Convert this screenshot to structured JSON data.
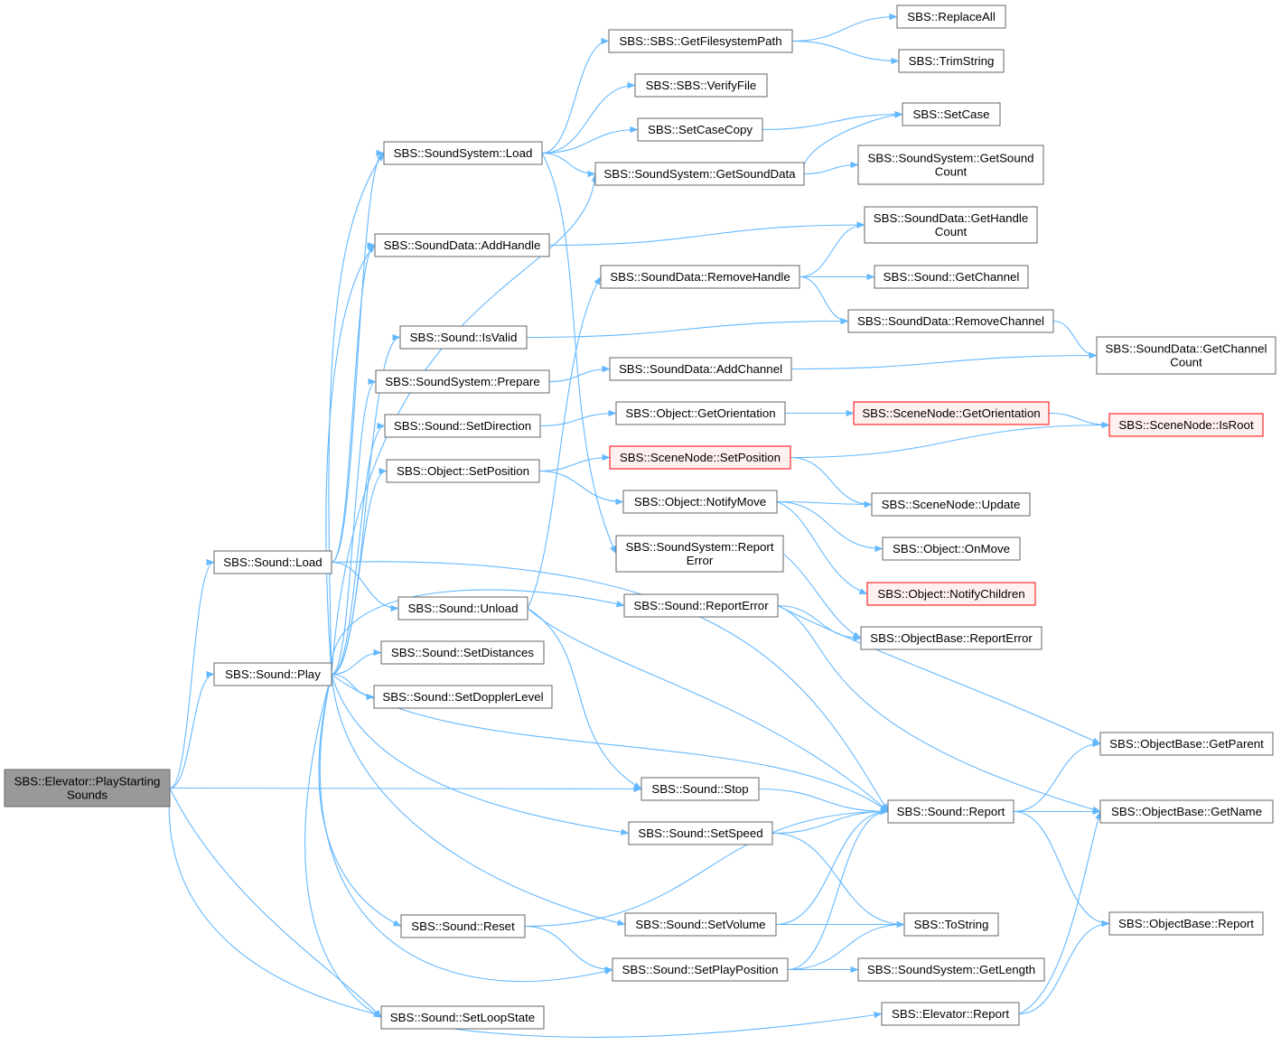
{
  "colors": {
    "edge": "#63b8ff",
    "node_border": "#666666",
    "root_fill": "#999999",
    "highlight_border": "#ff0000",
    "highlight_fill": "#fff0f0"
  },
  "nodes": [
    {
      "id": "elev_pss",
      "lines": [
        "SBS::Elevator::PlayStarting",
        "Sounds"
      ],
      "style": "root"
    },
    {
      "id": "snd_load",
      "lines": [
        "SBS::Sound::Load"
      ]
    },
    {
      "id": "snd_play",
      "lines": [
        "SBS::Sound::Play"
      ]
    },
    {
      "id": "ss_load",
      "lines": [
        "SBS::SoundSystem::Load"
      ]
    },
    {
      "id": "sd_addh",
      "lines": [
        "SBS::SoundData::AddHandle"
      ]
    },
    {
      "id": "snd_isvalid",
      "lines": [
        "SBS::Sound::IsValid"
      ]
    },
    {
      "id": "ss_prepare",
      "lines": [
        "SBS::SoundSystem::Prepare"
      ]
    },
    {
      "id": "snd_setdir",
      "lines": [
        "SBS::Sound::SetDirection"
      ]
    },
    {
      "id": "obj_setpos",
      "lines": [
        "SBS::Object::SetPosition"
      ]
    },
    {
      "id": "snd_unload",
      "lines": [
        "SBS::Sound::Unload"
      ]
    },
    {
      "id": "snd_setdist",
      "lines": [
        "SBS::Sound::SetDistances"
      ]
    },
    {
      "id": "snd_setdop",
      "lines": [
        "SBS::Sound::SetDopplerLevel"
      ]
    },
    {
      "id": "snd_reset",
      "lines": [
        "SBS::Sound::Reset"
      ]
    },
    {
      "id": "snd_setloop",
      "lines": [
        "SBS::Sound::SetLoopState"
      ]
    },
    {
      "id": "sbs_getfs",
      "lines": [
        "SBS::SBS::GetFilesystemPath"
      ]
    },
    {
      "id": "sbs_verify",
      "lines": [
        "SBS::SBS::VerifyFile"
      ]
    },
    {
      "id": "setcasecopy",
      "lines": [
        "SBS::SetCaseCopy"
      ]
    },
    {
      "id": "ss_getsd",
      "lines": [
        "SBS::SoundSystem::GetSoundData"
      ]
    },
    {
      "id": "sd_removeh",
      "lines": [
        "SBS::SoundData::RemoveHandle"
      ]
    },
    {
      "id": "sd_addch",
      "lines": [
        "SBS::SoundData::AddChannel"
      ]
    },
    {
      "id": "obj_getor",
      "lines": [
        "SBS::Object::GetOrientation"
      ]
    },
    {
      "id": "sn_setpos",
      "lines": [
        "SBS::SceneNode::SetPosition"
      ],
      "style": "red"
    },
    {
      "id": "obj_notify",
      "lines": [
        "SBS::Object::NotifyMove"
      ]
    },
    {
      "id": "ss_report",
      "lines": [
        "SBS::SoundSystem::Report",
        "Error"
      ]
    },
    {
      "id": "snd_reperr",
      "lines": [
        "SBS::Sound::ReportError"
      ]
    },
    {
      "id": "snd_stop",
      "lines": [
        "SBS::Sound::Stop"
      ]
    },
    {
      "id": "snd_speed",
      "lines": [
        "SBS::Sound::SetSpeed"
      ]
    },
    {
      "id": "snd_vol",
      "lines": [
        "SBS::Sound::SetVolume"
      ]
    },
    {
      "id": "snd_playpos",
      "lines": [
        "SBS::Sound::SetPlayPosition"
      ]
    },
    {
      "id": "elev_report",
      "lines": [
        "SBS::Elevator::Report"
      ]
    },
    {
      "id": "replaceall",
      "lines": [
        "SBS::ReplaceAll"
      ]
    },
    {
      "id": "trimstring",
      "lines": [
        "SBS::TrimString"
      ]
    },
    {
      "id": "setcase",
      "lines": [
        "SBS::SetCase"
      ]
    },
    {
      "id": "ss_getsc",
      "lines": [
        "SBS::SoundSystem::GetSound",
        "Count"
      ]
    },
    {
      "id": "sd_gethc",
      "lines": [
        "SBS::SoundData::GetHandle",
        "Count"
      ]
    },
    {
      "id": "snd_getch",
      "lines": [
        "SBS::Sound::GetChannel"
      ]
    },
    {
      "id": "sd_removech",
      "lines": [
        "SBS::SoundData::RemoveChannel"
      ]
    },
    {
      "id": "sn_getor",
      "lines": [
        "SBS::SceneNode::GetOrientation"
      ],
      "style": "red"
    },
    {
      "id": "sn_update",
      "lines": [
        "SBS::SceneNode::Update"
      ]
    },
    {
      "id": "obj_onmove",
      "lines": [
        "SBS::Object::OnMove"
      ]
    },
    {
      "id": "obj_notifych",
      "lines": [
        "SBS::Object::NotifyChildren"
      ],
      "style": "red"
    },
    {
      "id": "ob_reperr",
      "lines": [
        "SBS::ObjectBase::ReportError"
      ]
    },
    {
      "id": "snd_report",
      "lines": [
        "SBS::Sound::Report"
      ]
    },
    {
      "id": "tostring",
      "lines": [
        "SBS::ToString"
      ]
    },
    {
      "id": "ss_getlen",
      "lines": [
        "SBS::SoundSystem::GetLength"
      ]
    },
    {
      "id": "sd_getchc",
      "lines": [
        "SBS::SoundData::GetChannel",
        "Count"
      ]
    },
    {
      "id": "sn_isroot",
      "lines": [
        "SBS::SceneNode::IsRoot"
      ],
      "style": "red"
    },
    {
      "id": "ob_getparent",
      "lines": [
        "SBS::ObjectBase::GetParent"
      ]
    },
    {
      "id": "ob_getname",
      "lines": [
        "SBS::ObjectBase::GetName"
      ]
    },
    {
      "id": "ob_report",
      "lines": [
        "SBS::ObjectBase::Report"
      ]
    }
  ],
  "edges": [
    [
      "elev_pss",
      "snd_load"
    ],
    [
      "elev_pss",
      "snd_play"
    ],
    [
      "elev_pss",
      "snd_stop"
    ],
    [
      "elev_pss",
      "snd_setloop"
    ],
    [
      "elev_pss",
      "elev_report"
    ],
    [
      "snd_load",
      "ss_load"
    ],
    [
      "snd_load",
      "sd_addh"
    ],
    [
      "snd_load",
      "snd_unload"
    ],
    [
      "snd_load",
      "snd_report"
    ],
    [
      "snd_play",
      "ss_load"
    ],
    [
      "snd_play",
      "sd_addh"
    ],
    [
      "snd_play",
      "ss_getsd"
    ],
    [
      "snd_play",
      "snd_isvalid"
    ],
    [
      "snd_play",
      "ss_prepare"
    ],
    [
      "snd_play",
      "snd_setdir"
    ],
    [
      "snd_play",
      "obj_setpos"
    ],
    [
      "snd_play",
      "snd_reperr"
    ],
    [
      "snd_play",
      "snd_setdist"
    ],
    [
      "snd_play",
      "snd_setdop"
    ],
    [
      "snd_play",
      "snd_report"
    ],
    [
      "snd_play",
      "snd_speed"
    ],
    [
      "snd_play",
      "snd_vol"
    ],
    [
      "snd_play",
      "snd_reset"
    ],
    [
      "snd_play",
      "snd_playpos"
    ],
    [
      "snd_play",
      "snd_setloop"
    ],
    [
      "ss_load",
      "sbs_getfs"
    ],
    [
      "ss_load",
      "sbs_verify"
    ],
    [
      "ss_load",
      "setcasecopy"
    ],
    [
      "ss_load",
      "ss_getsd"
    ],
    [
      "ss_load",
      "ss_report"
    ],
    [
      "sd_addh",
      "sd_gethc"
    ],
    [
      "snd_isvalid",
      "sd_removech"
    ],
    [
      "ss_prepare",
      "sd_addch"
    ],
    [
      "snd_setdir",
      "obj_getor"
    ],
    [
      "obj_setpos",
      "sn_setpos"
    ],
    [
      "obj_setpos",
      "obj_notify"
    ],
    [
      "snd_unload",
      "sd_removeh"
    ],
    [
      "snd_unload",
      "snd_stop"
    ],
    [
      "snd_unload",
      "snd_report"
    ],
    [
      "snd_reset",
      "snd_playpos"
    ],
    [
      "snd_reset",
      "snd_report"
    ],
    [
      "sbs_getfs",
      "replaceall"
    ],
    [
      "sbs_getfs",
      "trimstring"
    ],
    [
      "setcasecopy",
      "setcase"
    ],
    [
      "ss_getsd",
      "setcase"
    ],
    [
      "ss_getsd",
      "ss_getsc"
    ],
    [
      "sd_removeh",
      "sd_gethc"
    ],
    [
      "sd_removeh",
      "snd_getch"
    ],
    [
      "sd_removeh",
      "sd_removech"
    ],
    [
      "sd_removech",
      "sd_getchc"
    ],
    [
      "sd_addch",
      "sd_getchc"
    ],
    [
      "obj_getor",
      "sn_getor"
    ],
    [
      "sn_getor",
      "sn_isroot"
    ],
    [
      "sn_setpos",
      "sn_isroot"
    ],
    [
      "sn_setpos",
      "sn_update"
    ],
    [
      "obj_notify",
      "sn_update"
    ],
    [
      "obj_notify",
      "obj_onmove"
    ],
    [
      "obj_notify",
      "obj_notifych"
    ],
    [
      "ss_report",
      "ob_reperr"
    ],
    [
      "snd_reperr",
      "ob_reperr"
    ],
    [
      "snd_reperr",
      "ob_getparent"
    ],
    [
      "snd_reperr",
      "ob_getname"
    ],
    [
      "snd_stop",
      "snd_report"
    ],
    [
      "snd_speed",
      "snd_report"
    ],
    [
      "snd_speed",
      "tostring"
    ],
    [
      "snd_vol",
      "snd_report"
    ],
    [
      "snd_vol",
      "tostring"
    ],
    [
      "snd_playpos",
      "snd_report"
    ],
    [
      "snd_playpos",
      "tostring"
    ],
    [
      "snd_playpos",
      "ss_getlen"
    ],
    [
      "snd_report",
      "ob_getparent"
    ],
    [
      "snd_report",
      "ob_getname"
    ],
    [
      "snd_report",
      "ob_report"
    ],
    [
      "elev_report",
      "ob_getname"
    ],
    [
      "elev_report",
      "ob_report"
    ]
  ]
}
